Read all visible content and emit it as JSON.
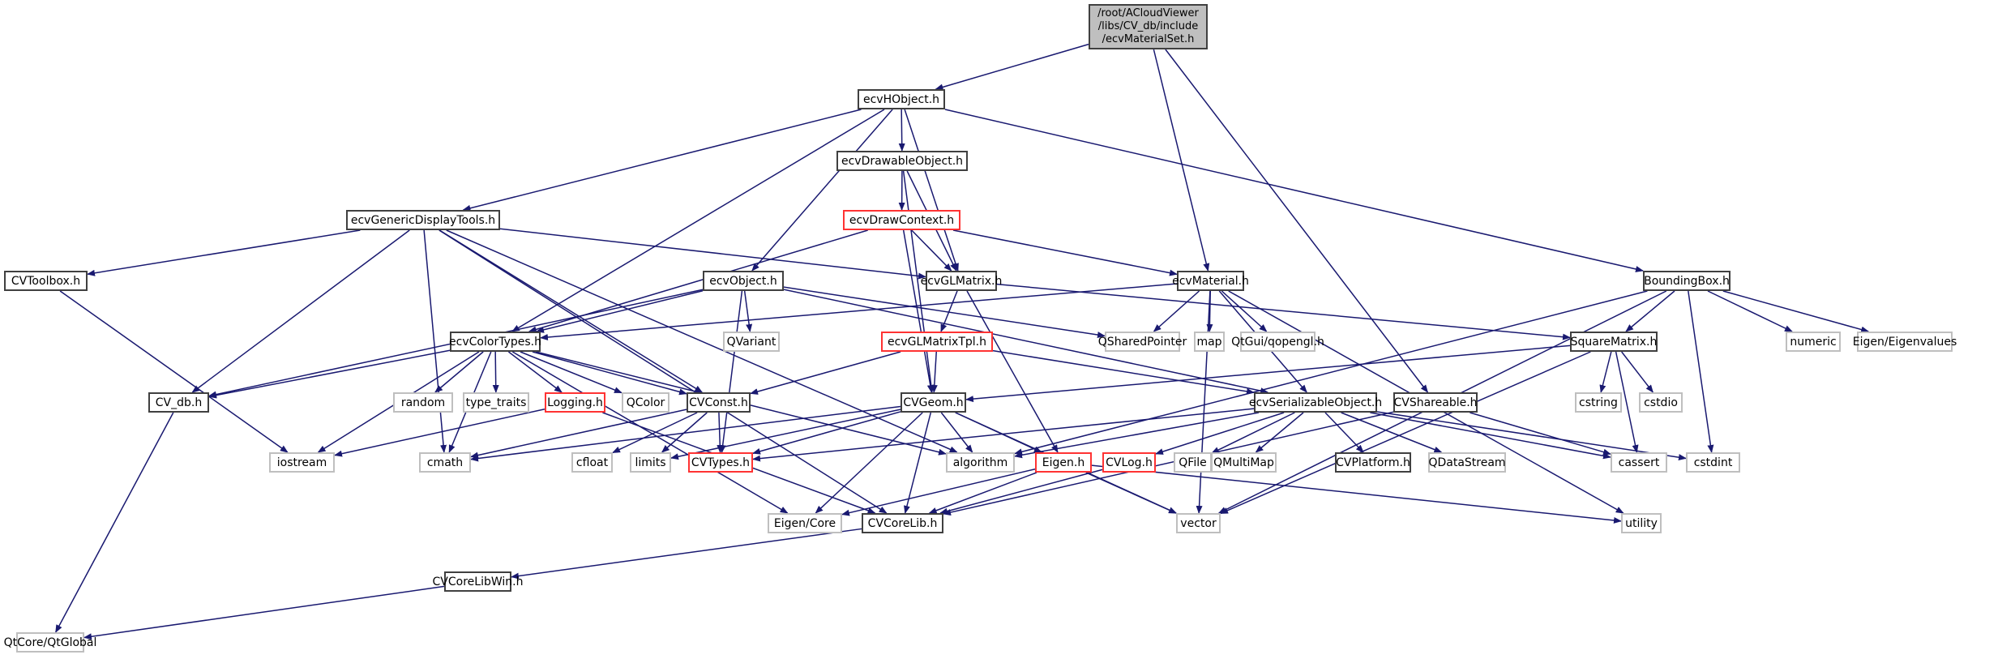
{
  "title": "Include dependency graph for ecvMaterialSet.h",
  "edge_color": "#191970",
  "nodes": [
    {
      "id": "root",
      "label": "/root/ACloudViewer\n/libs/CV_db/include\n/ecvMaterialSet.h",
      "kind": "root"
    },
    {
      "id": "ecvHObject",
      "label": "ecvHObject.h",
      "kind": "documented"
    },
    {
      "id": "ecvDrawableObject",
      "label": "ecvDrawableObject.h",
      "kind": "documented"
    },
    {
      "id": "ecvGenericDisplayTools",
      "label": "ecvGenericDisplayTools.h",
      "kind": "documented"
    },
    {
      "id": "ecvDrawContext",
      "label": "ecvDrawContext.h",
      "kind": "truncated"
    },
    {
      "id": "CVToolbox",
      "label": "CVToolbox.h",
      "kind": "documented"
    },
    {
      "id": "ecvObject",
      "label": "ecvObject.h",
      "kind": "documented"
    },
    {
      "id": "ecvGLMatrix",
      "label": "ecvGLMatrix.h",
      "kind": "documented"
    },
    {
      "id": "ecvMaterial",
      "label": "ecvMaterial.h",
      "kind": "documented"
    },
    {
      "id": "BoundingBox",
      "label": "BoundingBox.h",
      "kind": "documented"
    },
    {
      "id": "ecvColorTypes",
      "label": "ecvColorTypes.h",
      "kind": "documented"
    },
    {
      "id": "QVariant",
      "label": "QVariant",
      "kind": "undocumented"
    },
    {
      "id": "ecvGLMatrixTpl",
      "label": "ecvGLMatrixTpl.h",
      "kind": "truncated"
    },
    {
      "id": "QSharedPointer",
      "label": "QSharedPointer",
      "kind": "undocumented"
    },
    {
      "id": "map",
      "label": "map",
      "kind": "undocumented"
    },
    {
      "id": "qopengl",
      "label": "QtGui/qopengl.h",
      "kind": "undocumented"
    },
    {
      "id": "SquareMatrix",
      "label": "SquareMatrix.h",
      "kind": "documented"
    },
    {
      "id": "numeric",
      "label": "numeric",
      "kind": "undocumented"
    },
    {
      "id": "EigenEigenvalues",
      "label": "Eigen/Eigenvalues",
      "kind": "undocumented"
    },
    {
      "id": "CV_db",
      "label": "CV_db.h",
      "kind": "documented"
    },
    {
      "id": "random",
      "label": "random",
      "kind": "undocumented"
    },
    {
      "id": "type_traits",
      "label": "type_traits",
      "kind": "undocumented"
    },
    {
      "id": "Logging",
      "label": "Logging.h",
      "kind": "truncated"
    },
    {
      "id": "QColor",
      "label": "QColor",
      "kind": "undocumented"
    },
    {
      "id": "CVConst",
      "label": "CVConst.h",
      "kind": "documented"
    },
    {
      "id": "CVGeom",
      "label": "CVGeom.h",
      "kind": "documented"
    },
    {
      "id": "ecvSerializableObject",
      "label": "ecvSerializableObject.h",
      "kind": "documented"
    },
    {
      "id": "CVShareable",
      "label": "CVShareable.h",
      "kind": "documented"
    },
    {
      "id": "cstring",
      "label": "cstring",
      "kind": "undocumented"
    },
    {
      "id": "cstdio",
      "label": "cstdio",
      "kind": "undocumented"
    },
    {
      "id": "iostream",
      "label": "iostream",
      "kind": "undocumented"
    },
    {
      "id": "cmath",
      "label": "cmath",
      "kind": "undocumented"
    },
    {
      "id": "cfloat",
      "label": "cfloat",
      "kind": "undocumented"
    },
    {
      "id": "limits",
      "label": "limits",
      "kind": "undocumented"
    },
    {
      "id": "CVTypes",
      "label": "CVTypes.h",
      "kind": "truncated"
    },
    {
      "id": "algorithm",
      "label": "algorithm",
      "kind": "undocumented"
    },
    {
      "id": "EigenH",
      "label": "Eigen.h",
      "kind": "truncated"
    },
    {
      "id": "CVLog",
      "label": "CVLog.h",
      "kind": "truncated"
    },
    {
      "id": "QFile",
      "label": "QFile",
      "kind": "undocumented"
    },
    {
      "id": "QMultiMap",
      "label": "QMultiMap",
      "kind": "undocumented"
    },
    {
      "id": "CVPlatform",
      "label": "CVPlatform.h",
      "kind": "documented"
    },
    {
      "id": "QDataStream",
      "label": "QDataStream",
      "kind": "undocumented"
    },
    {
      "id": "cassert",
      "label": "cassert",
      "kind": "undocumented"
    },
    {
      "id": "cstdint",
      "label": "cstdint",
      "kind": "undocumented"
    },
    {
      "id": "EigenCore",
      "label": "Eigen/Core",
      "kind": "undocumented"
    },
    {
      "id": "CVCoreLib",
      "label": "CVCoreLib.h",
      "kind": "documented"
    },
    {
      "id": "vector",
      "label": "vector",
      "kind": "undocumented"
    },
    {
      "id": "utility",
      "label": "utility",
      "kind": "undocumented"
    },
    {
      "id": "CVCoreLibWin",
      "label": "CVCoreLibWin.h",
      "kind": "documented"
    },
    {
      "id": "QtGlobal",
      "label": "QtCore/QtGlobal",
      "kind": "undocumented"
    }
  ],
  "edges": [
    [
      "root",
      "ecvHObject"
    ],
    [
      "root",
      "ecvMaterial"
    ],
    [
      "root",
      "CVShareable"
    ],
    [
      "ecvHObject",
      "ecvDrawableObject"
    ],
    [
      "ecvHObject",
      "ecvGenericDisplayTools"
    ],
    [
      "ecvHObject",
      "ecvObject"
    ],
    [
      "ecvHObject",
      "ecvGLMatrix"
    ],
    [
      "ecvHObject",
      "BoundingBox"
    ],
    [
      "ecvHObject",
      "ecvColorTypes"
    ],
    [
      "ecvDrawableObject",
      "ecvDrawContext"
    ],
    [
      "ecvDrawableObject",
      "ecvGLMatrix"
    ],
    [
      "ecvDrawableObject",
      "CVGeom"
    ],
    [
      "ecvGenericDisplayTools",
      "CVToolbox"
    ],
    [
      "ecvGenericDisplayTools",
      "ecvGLMatrix"
    ],
    [
      "ecvGenericDisplayTools",
      "CV_db"
    ],
    [
      "ecvGenericDisplayTools",
      "CVConst"
    ],
    [
      "ecvGenericDisplayTools",
      "cmath"
    ],
    [
      "ecvGenericDisplayTools",
      "CVCoreLib"
    ],
    [
      "ecvGenericDisplayTools",
      "algorithm"
    ],
    [
      "ecvDrawContext",
      "ecvGLMatrix"
    ],
    [
      "ecvDrawContext",
      "ecvMaterial"
    ],
    [
      "ecvDrawContext",
      "ecvColorTypes"
    ],
    [
      "ecvDrawContext",
      "CVGeom"
    ],
    [
      "CVToolbox",
      "iostream"
    ],
    [
      "ecvObject",
      "ecvColorTypes"
    ],
    [
      "ecvObject",
      "QVariant"
    ],
    [
      "ecvObject",
      "CV_db"
    ],
    [
      "ecvObject",
      "QSharedPointer"
    ],
    [
      "ecvObject",
      "ecvSerializableObject"
    ],
    [
      "ecvObject",
      "CVTypes"
    ],
    [
      "ecvGLMatrix",
      "ecvGLMatrixTpl"
    ],
    [
      "ecvGLMatrix",
      "SquareMatrix"
    ],
    [
      "ecvGLMatrix",
      "EigenH"
    ],
    [
      "ecvMaterial",
      "QSharedPointer"
    ],
    [
      "ecvMaterial",
      "map"
    ],
    [
      "ecvMaterial",
      "qopengl"
    ],
    [
      "ecvMaterial",
      "ecvColorTypes"
    ],
    [
      "ecvMaterial",
      "ecvSerializableObject"
    ],
    [
      "ecvMaterial",
      "vector"
    ],
    [
      "ecvMaterial",
      "utility"
    ],
    [
      "BoundingBox",
      "SquareMatrix"
    ],
    [
      "BoundingBox",
      "numeric"
    ],
    [
      "BoundingBox",
      "EigenEigenvalues"
    ],
    [
      "BoundingBox",
      "cstdint"
    ],
    [
      "BoundingBox",
      "vector"
    ],
    [
      "BoundingBox",
      "algorithm"
    ],
    [
      "ecvColorTypes",
      "CV_db"
    ],
    [
      "ecvColorTypes",
      "random"
    ],
    [
      "ecvColorTypes",
      "type_traits"
    ],
    [
      "ecvColorTypes",
      "Logging"
    ],
    [
      "ecvColorTypes",
      "QColor"
    ],
    [
      "ecvColorTypes",
      "CVConst"
    ],
    [
      "ecvColorTypes",
      "cmath"
    ],
    [
      "ecvColorTypes",
      "iostream"
    ],
    [
      "ecvColorTypes",
      "algorithm"
    ],
    [
      "ecvColorTypes",
      "EigenCore"
    ],
    [
      "ecvGLMatrixTpl",
      "CVGeom"
    ],
    [
      "ecvGLMatrixTpl",
      "CVConst"
    ],
    [
      "ecvGLMatrixTpl",
      "ecvSerializableObject"
    ],
    [
      "SquareMatrix",
      "CVGeom"
    ],
    [
      "SquareMatrix",
      "cstring"
    ],
    [
      "SquareMatrix",
      "cstdio"
    ],
    [
      "SquareMatrix",
      "cassert"
    ],
    [
      "SquareMatrix",
      "vector"
    ],
    [
      "CV_db",
      "QtGlobal"
    ],
    [
      "Logging",
      "iostream"
    ],
    [
      "Logging",
      "CVCoreLib"
    ],
    [
      "CVConst",
      "cfloat"
    ],
    [
      "CVConst",
      "limits"
    ],
    [
      "CVConst",
      "CVTypes"
    ],
    [
      "CVConst",
      "cmath"
    ],
    [
      "CVGeom",
      "CVTypes"
    ],
    [
      "CVGeom",
      "cmath"
    ],
    [
      "CVGeom",
      "limits"
    ],
    [
      "CVGeom",
      "algorithm"
    ],
    [
      "CVGeom",
      "EigenH"
    ],
    [
      "CVGeom",
      "EigenCore"
    ],
    [
      "CVGeom",
      "CVCoreLib"
    ],
    [
      "CVGeom",
      "vector"
    ],
    [
      "ecvSerializableObject",
      "CVLog"
    ],
    [
      "ecvSerializableObject",
      "QFile"
    ],
    [
      "ecvSerializableObject",
      "QMultiMap"
    ],
    [
      "ecvSerializableObject",
      "CVPlatform"
    ],
    [
      "ecvSerializableObject",
      "QDataStream"
    ],
    [
      "ecvSerializableObject",
      "cassert"
    ],
    [
      "ecvSerializableObject",
      "cstdint"
    ],
    [
      "ecvSerializableObject",
      "CVTypes"
    ],
    [
      "ecvSerializableObject",
      "algorithm"
    ],
    [
      "CVShareable",
      "cassert"
    ],
    [
      "CVShareable",
      "CVCoreLib"
    ],
    [
      "EigenH",
      "EigenCore"
    ],
    [
      "EigenH",
      "CVCoreLib"
    ],
    [
      "EigenH",
      "vector"
    ],
    [
      "EigenH",
      "utility"
    ],
    [
      "CVLog",
      "CVCoreLib"
    ],
    [
      "CVCoreLib",
      "CVCoreLibWin"
    ],
    [
      "CVCoreLibWin",
      "QtGlobal"
    ]
  ]
}
